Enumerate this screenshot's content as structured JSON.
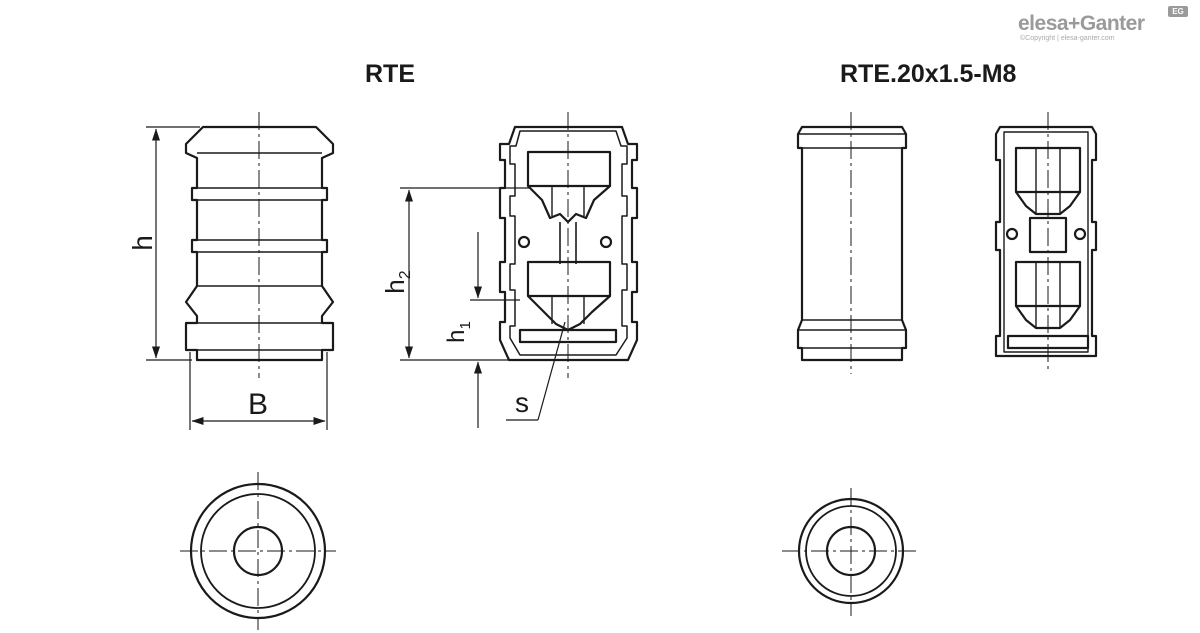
{
  "titles": {
    "left": "RTE",
    "right": "RTE.20x1.5-M8"
  },
  "dimensions": {
    "height": "h",
    "width": "B",
    "h2_base": "h",
    "h2_sub": "2",
    "h1_base": "h",
    "h1_sub": "1",
    "s": "s"
  },
  "logo": {
    "brand": "elesa+Ganter",
    "copyright": "©Copyright | elesa-ganter.com",
    "badge": "EG"
  },
  "colors": {
    "line": "#1a1a1a",
    "logo": "#9a9a9a",
    "background": "#ffffff"
  }
}
